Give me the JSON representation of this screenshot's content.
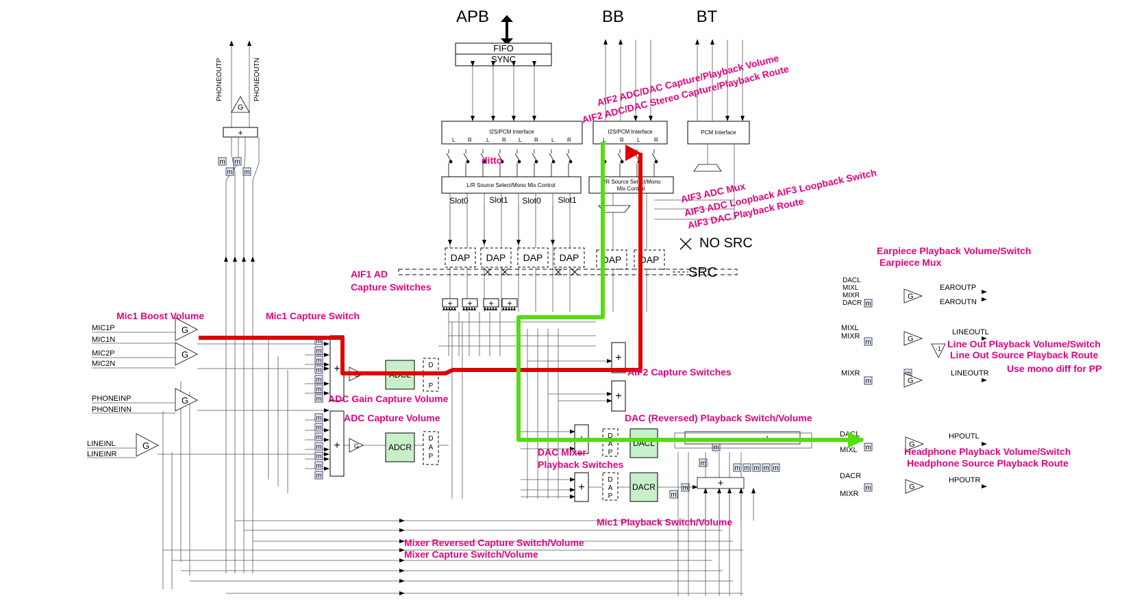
{
  "colors": {
    "annotation": "#e6007e",
    "adc_dac_fill": "#c8f0c8",
    "red_path": "#e00000",
    "green_path": "#55dd11"
  },
  "top_labels": {
    "apb": "APB",
    "bb": "BB",
    "bt": "BT"
  },
  "fifo": {
    "line1": "FIFO",
    "line2": "SYNC"
  },
  "i2s_left": "I2S/PCM Interface",
  "i2s_mid": "I2S/PCM Interface",
  "pcm_right": "PCM Interface",
  "lr_label": {
    "l": "L",
    "r": "R"
  },
  "lr_select_left": "L/R Source Select/Mono Mix Control",
  "lr_select_mid": {
    "line1": "L/R Source Select/Mono",
    "line2": "Mix Control"
  },
  "slots": [
    "Slot0",
    "Slot1",
    "Slot0",
    "Slot1"
  ],
  "dap": "DAP",
  "no_src": "NO SRC",
  "src": "SRC",
  "phone_out": {
    "p": "PHONEOUTP",
    "n": "PHONEOUTN"
  },
  "gain_symbol": "G",
  "plus_symbol": "+",
  "m_symbol": "m",
  "mono_inv_symbol": "-1",
  "inputs": {
    "mic1p": "MIC1P",
    "mic1n": "MIC1N",
    "mic2p": "MIC2P",
    "mic2n": "MIC2N",
    "phoneinp": "PHONEINP",
    "phoneinn": "PHONEINN",
    "lineinl": "LINEINL",
    "lineinr": "LINEINR"
  },
  "blocks": {
    "adcl": "ADCL",
    "adcr": "ADCR",
    "dacl": "DACL",
    "dacr": "DACR"
  },
  "dap_vertical": [
    "D",
    "A",
    "P"
  ],
  "outputs": {
    "ear_inputs": [
      "DACL",
      "MIXL",
      "MIXR",
      "DACR"
    ],
    "earoutp": "EAROUTP",
    "earoutn": "EAROUTN",
    "line_inputs": [
      "MIXL",
      "MIXR"
    ],
    "lineoutl": "LINEOUTL",
    "lineoutr_input": "MIXR",
    "lineoutr": "LINEOUTR",
    "hp_dacl": "DACL",
    "hp_mixl": "MIXL",
    "hpoutl": "HPOUTL",
    "hp_dacr": "DACR",
    "hp_mixr": "MIXR",
    "hpoutr": "HPOUTR"
  },
  "annotations": {
    "aif2_vol": "AIF2 ADC/DAC Capture/Playback Volume",
    "aif2_route": "AIF2 ADC/DAC Stereo Capture/Playback Route",
    "ditto": "ditto",
    "aif3_mux": "AIF3 ADC Mux",
    "aif3_loop": "AIF3 ADC Loopback AIF3 Loopback Switch",
    "aif3_dac": "AIF3 DAC Playback Route",
    "aif1_ad1": "AIF1 AD",
    "aif1_ad2": "Capture Switches",
    "mic1_boost": "Mic1 Boost Volume",
    "mic1_capture": "Mic1 Capture Switch",
    "adc_gain": "ADC Gain Capture Volume",
    "adc_capture": "ADC Capture Volume",
    "aif2_capture": "AIF2 Capture Switches",
    "dac_reversed": "DAC (Reversed) Playback Switch/Volume",
    "dac_mixer1": "DAC Mixer",
    "dac_mixer2": "Playback Switches",
    "mic1_playback": "Mic1 Playback Switch/Volume",
    "mixer_reversed": "Mixer Reversed Capture Switch/Volume",
    "mixer_capture": "Mixer Capture Switch/Volume",
    "earpiece_vol": "Earpiece Playback Volume/Switch",
    "earpiece_mux": "Earpiece Mux",
    "lineout_vol": "Line Out Playback Volume/Switch",
    "lineout_route": "Line Out Source Playback Route",
    "mono_diff": "Use mono diff for PP",
    "hp_vol": "Headphone Playback Volume/Switch",
    "hp_route": "Headphone Source Playback Route"
  }
}
